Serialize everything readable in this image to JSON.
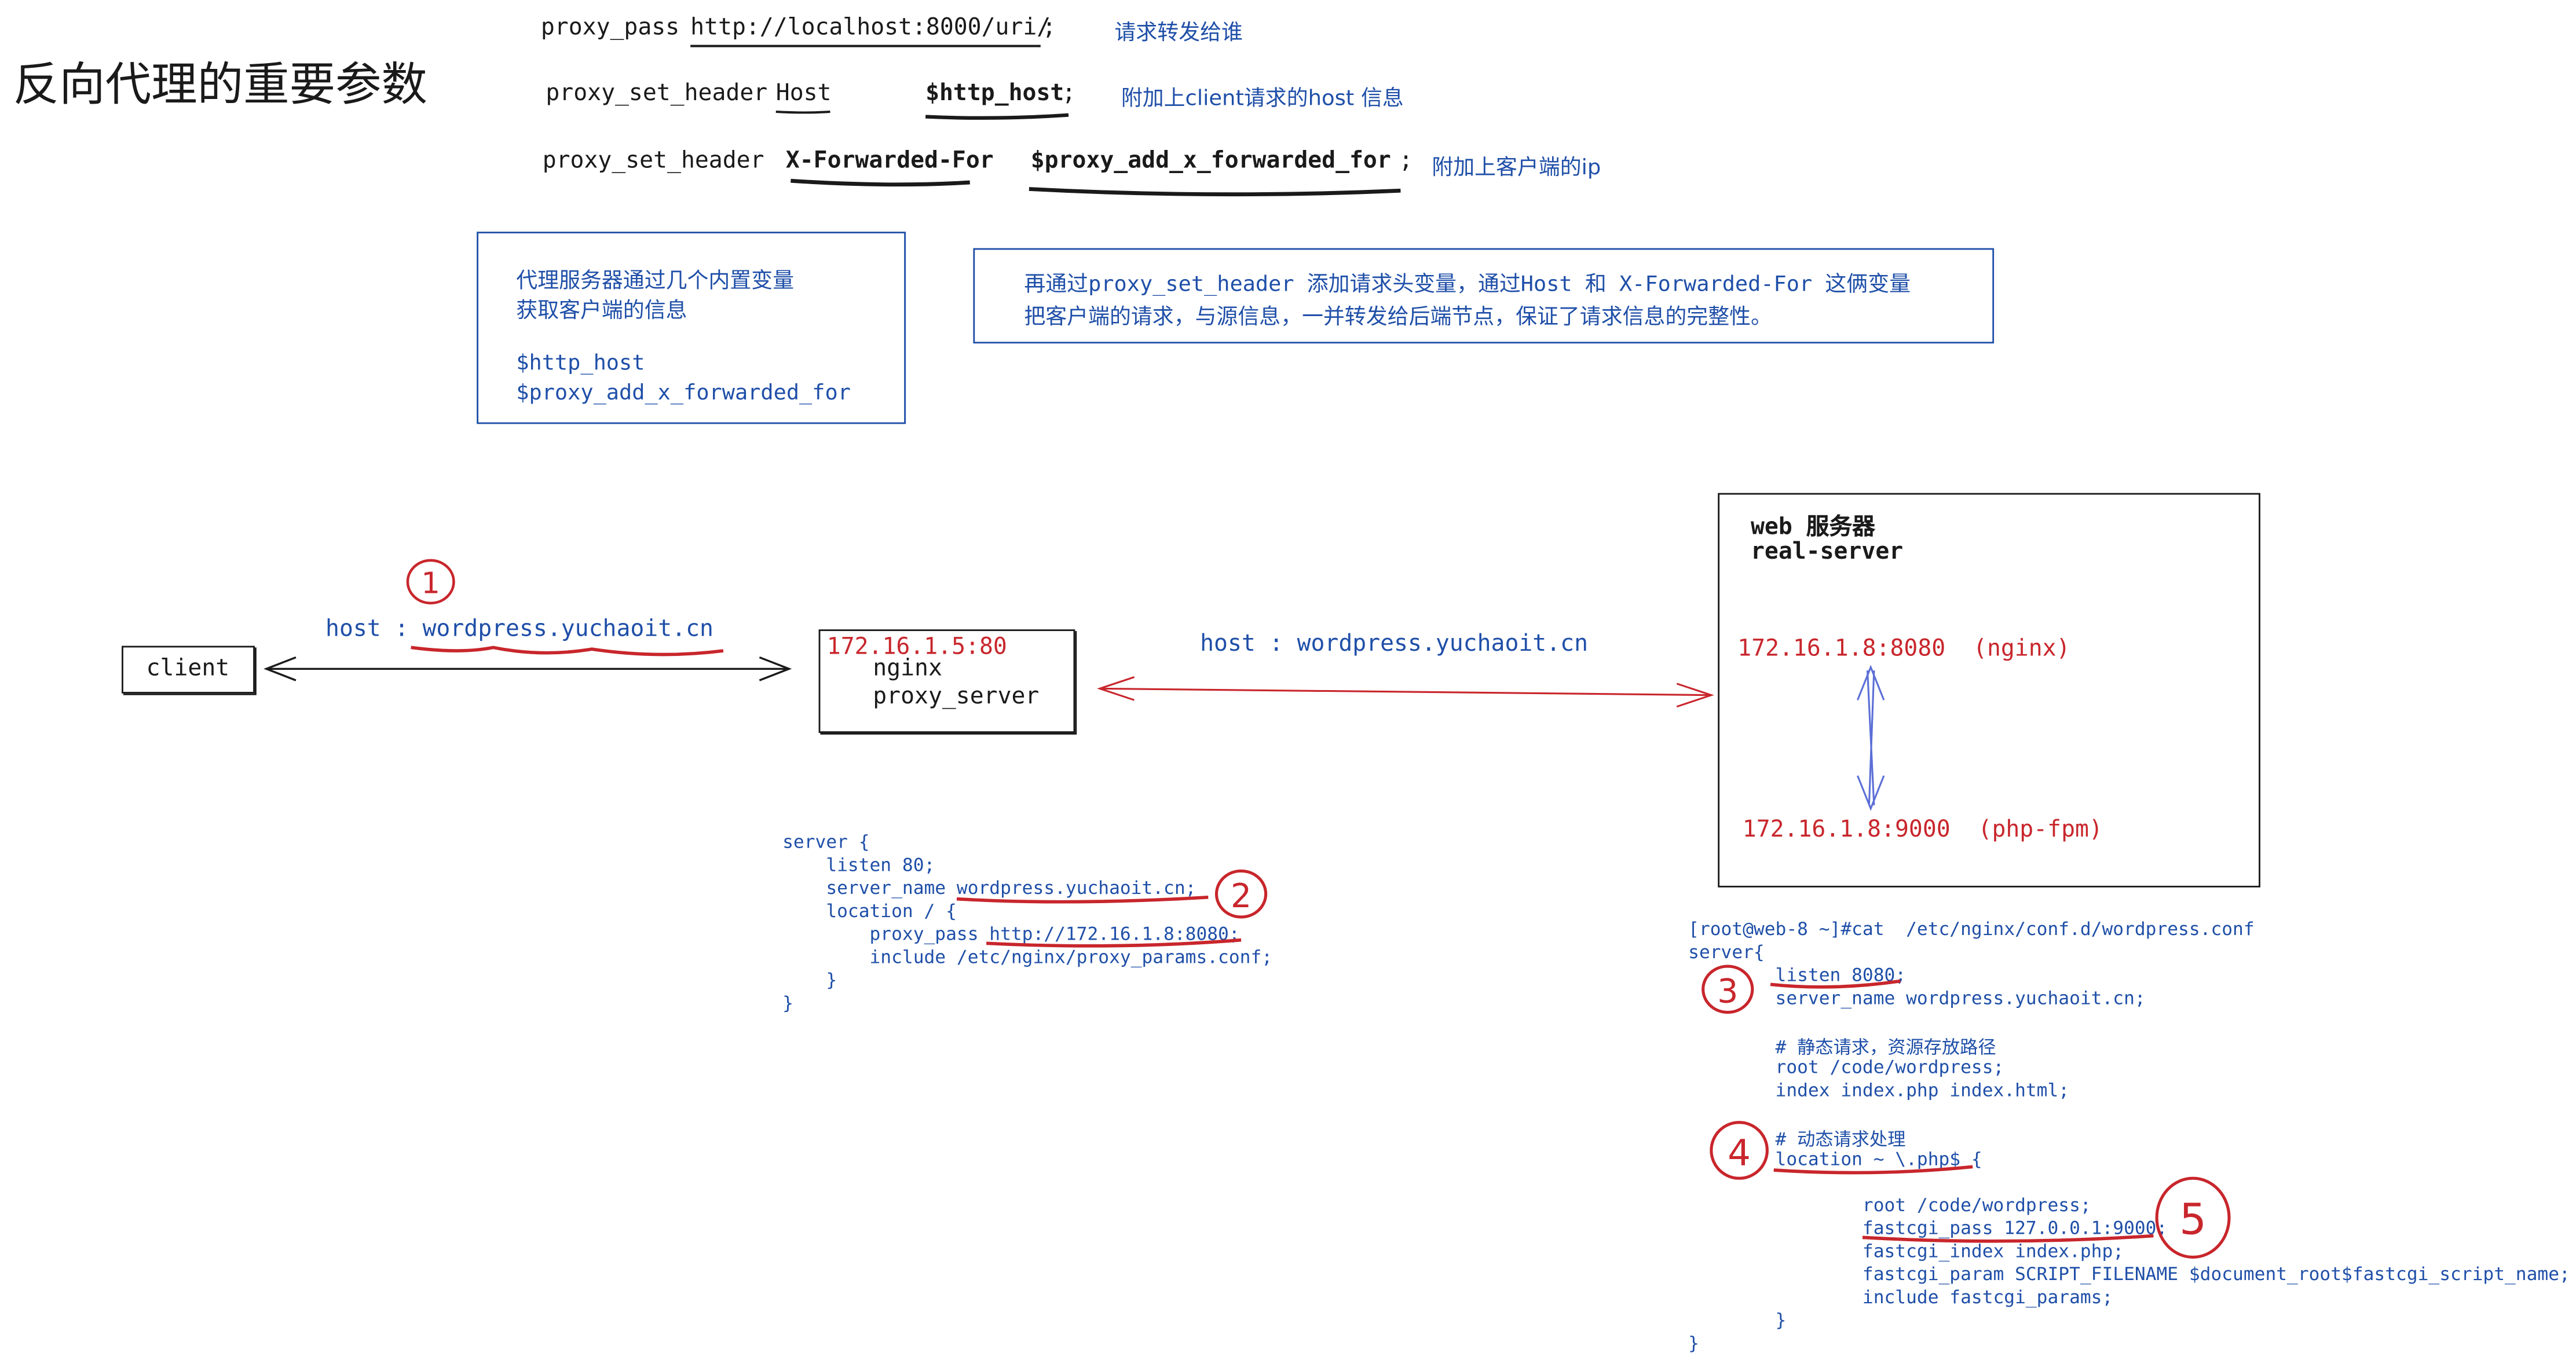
{
  "title": "反向代理的重要参数",
  "params": [
    {
      "directive": "proxy_pass",
      "arg1": "http://localhost:8000/uri/",
      "arg2": "",
      "semicolon": ";",
      "note": "请求转发给谁"
    },
    {
      "directive": "proxy_set_header",
      "arg1": "Host",
      "arg2": "$http_host",
      "semicolon": ";",
      "note": "附加上client请求的host 信息"
    },
    {
      "directive": "proxy_set_header",
      "arg1": "X-Forwarded-For",
      "arg2": "$proxy_add_x_forwarded_for",
      "semicolon": ";",
      "note": "附加上客户端的ip"
    }
  ],
  "box_vars": {
    "line1": "代理服务器通过几个内置变量",
    "line2": "获取客户端的信息",
    "var1": "$http_host",
    "var2": "$proxy_add_x_forwarded_for"
  },
  "box_explain": {
    "line1": "再通过proxy_set_header 添加请求头变量，通过Host 和 X-Forwarded-For 这俩变量",
    "line2": "把客户端的请求，与源信息，一并转发给后端节点，保证了请求信息的完整性。"
  },
  "client": {
    "label": "client"
  },
  "host_label_1": "host : wordpress.yuchaoit.cn",
  "proxy": {
    "addr": "172.16.1.5:80",
    "name1": "nginx",
    "name2": "proxy_server"
  },
  "host_label_2": "host : wordpress.yuchaoit.cn",
  "web": {
    "title1": "web 服务器",
    "title2": "real-server",
    "nginx": "172.16.1.8:8080  (nginx)",
    "phpfpm": "172.16.1.8:9000  (php-fpm)"
  },
  "circled_numbers": [
    "1",
    "2",
    "3",
    "4",
    "5"
  ],
  "proxy_conf": [
    "server {",
    "    listen 80;",
    "    server_name wordpress.yuchaoit.cn;",
    "    location / {",
    "        proxy_pass http://172.16.1.8:8080;",
    "        include /etc/nginx/proxy_params.conf;",
    "    }",
    "}"
  ],
  "web_conf": [
    "[root@web-8 ~]#cat  /etc/nginx/conf.d/wordpress.conf",
    "server{",
    "        listen 8080;",
    "        server_name wordpress.yuchaoit.cn;",
    "",
    "        # 静态请求，资源存放路径",
    "        root /code/wordpress;",
    "        index index.php index.html;",
    "",
    "        # 动态请求处理",
    "        location ~ \\.php$ {",
    "",
    "                root /code/wordpress;",
    "                fastcgi_pass 127.0.0.1:9000;",
    "                fastcgi_index index.php;",
    "                fastcgi_param SCRIPT_FILENAME $document_root$fastcgi_script_name;",
    "                include fastcgi_params;",
    "        }",
    "}"
  ],
  "colors": {
    "ink": "#1a1a1a",
    "blue": "#1f4fa8",
    "red": "#c8262c",
    "arrow_blue": "#5b6fd6"
  }
}
